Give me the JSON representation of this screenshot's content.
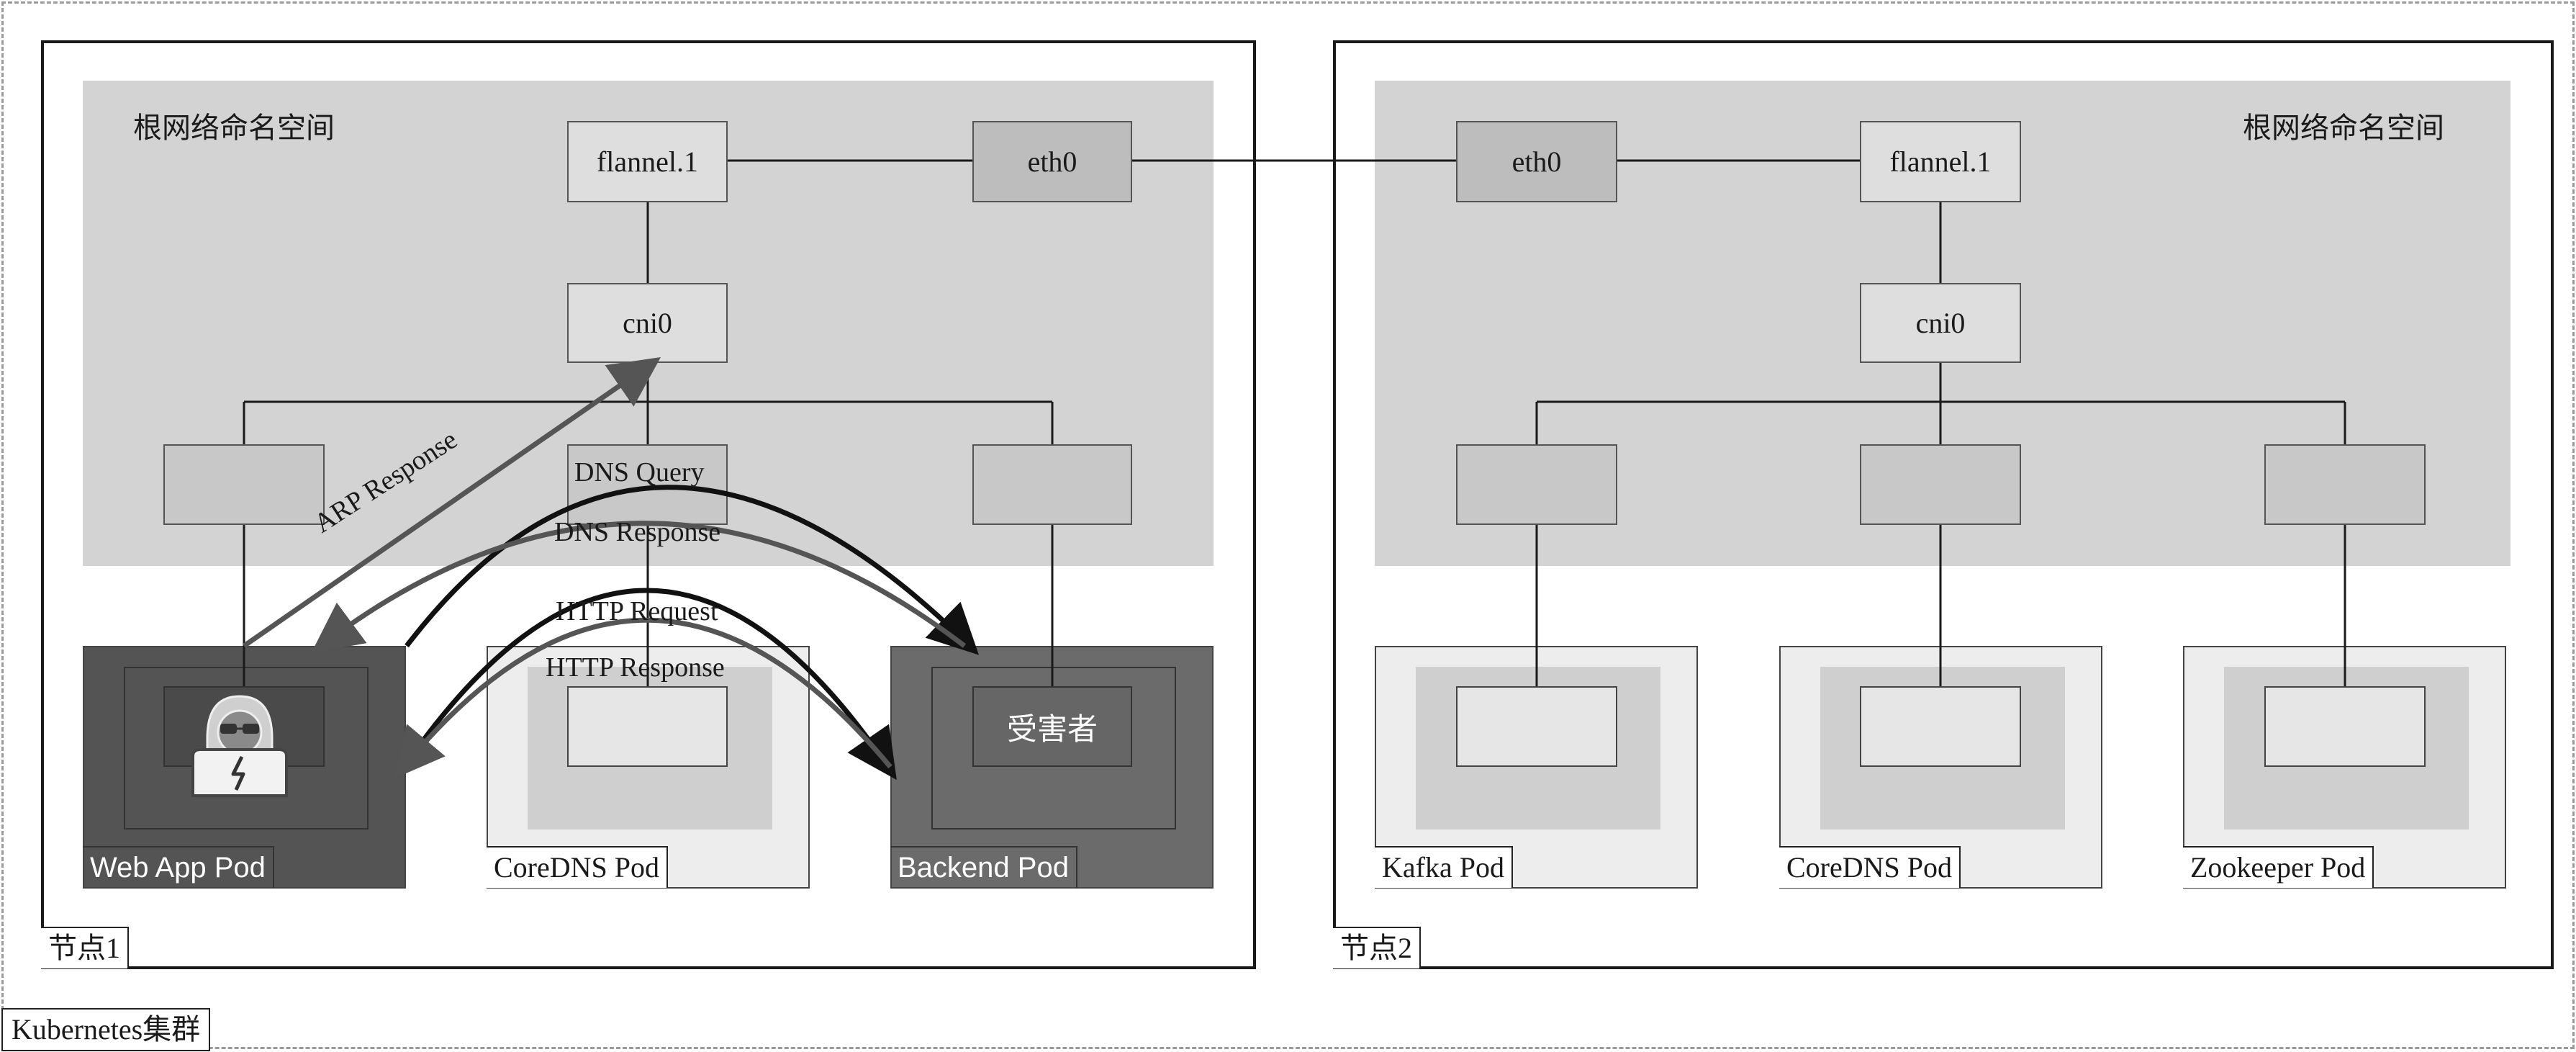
{
  "cluster": {
    "label": "Kubernetes集群"
  },
  "node1": {
    "label": "节点1",
    "root_ns": "根网络命名空间",
    "flannel": "flannel.1",
    "eth0": "eth0",
    "cni0": "cni0",
    "pods": [
      {
        "label": "Web App Pod"
      },
      {
        "label": "CoreDNS Pod"
      },
      {
        "label": "Backend Pod",
        "inner": "受害者"
      }
    ]
  },
  "node2": {
    "label": "节点2",
    "root_ns": "根网络命名空间",
    "flannel": "flannel.1",
    "eth0": "eth0",
    "cni0": "cni0",
    "pods": [
      {
        "label": "Kafka Pod"
      },
      {
        "label": "CoreDNS Pod"
      },
      {
        "label": "Zookeeper Pod"
      }
    ]
  },
  "arrows": {
    "arp": "ARP Response",
    "dns_query": "DNS Query",
    "dns_response": "DNS Response",
    "http_request": "HTTP Request",
    "http_response": "HTTP Response"
  },
  "icons": {
    "attacker": "hacker-laptop-icon"
  },
  "colors": {
    "root_ns": "#d3d3d3",
    "dark_pod": "#545454",
    "backend_pod": "#6b6b6b",
    "light_pod": "#ededed"
  }
}
